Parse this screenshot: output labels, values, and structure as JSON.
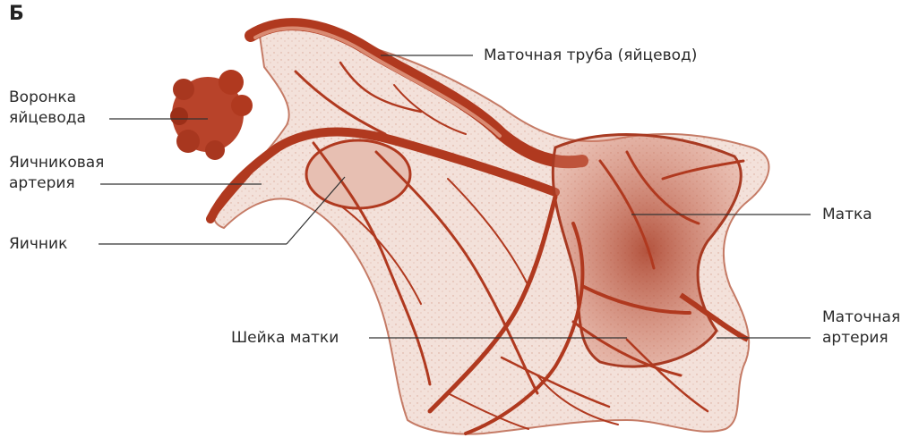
{
  "figure": {
    "panel_letter": "Б",
    "labels": {
      "funnel_line1": "Воронка",
      "funnel_line2": "яйцевода",
      "ovarian_artery_line1": "Яичниковая",
      "ovarian_artery_line2": "артерия",
      "ovary": "Яичник",
      "tube": "Маточная труба (яйцевод)",
      "uterus": "Матка",
      "cervix": "Шейка матки",
      "uterine_artery_line1": "Маточная",
      "uterine_artery_line2": "артерия"
    },
    "colors": {
      "vessel": "#b0391f",
      "vessel_dark": "#8e2a14",
      "tissue_fill": "#f2dcd4",
      "tissue_edge": "#c57b66",
      "uterus_fill": "#c0503a",
      "leader": "#333333"
    }
  }
}
